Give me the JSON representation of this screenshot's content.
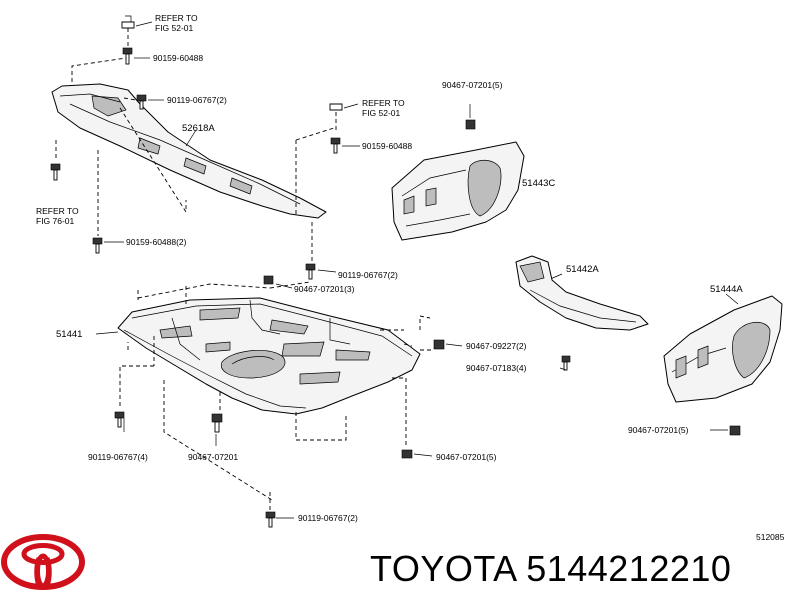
{
  "refs": {
    "r1": "REFER TO",
    "r1b": "FIG 52-01",
    "r2": "REFER TO",
    "r2b": "FIG 52-01",
    "r3": "REFER TO",
    "r3b": "FIG 76-01"
  },
  "parts": {
    "p52618A": "52618A",
    "p51441": "51441",
    "p51443C": "51443C",
    "p51442A": "51442A",
    "p51444A": "51444A"
  },
  "fasteners": {
    "f1": "90159-60488",
    "f2": "90119-06767(2)",
    "f3": "90159-60488",
    "f4": "90159-60488(2)",
    "f5": "90119-06767(2)",
    "f6": "90467-07201(3)",
    "f7": "90467-09227(2)",
    "f8": "90467-07183(4)",
    "f9": "90119-06767(4)",
    "f10": "90467-07201",
    "f11": "90467-07201(5)",
    "f12": "90119-06767(2)",
    "f13": "90467-07201(5)",
    "f14": "90467-07201(5)"
  },
  "diagram_code": "512085",
  "brand": {
    "text": "TOYOTA 5144212210",
    "logo_color": "#d0101b"
  }
}
